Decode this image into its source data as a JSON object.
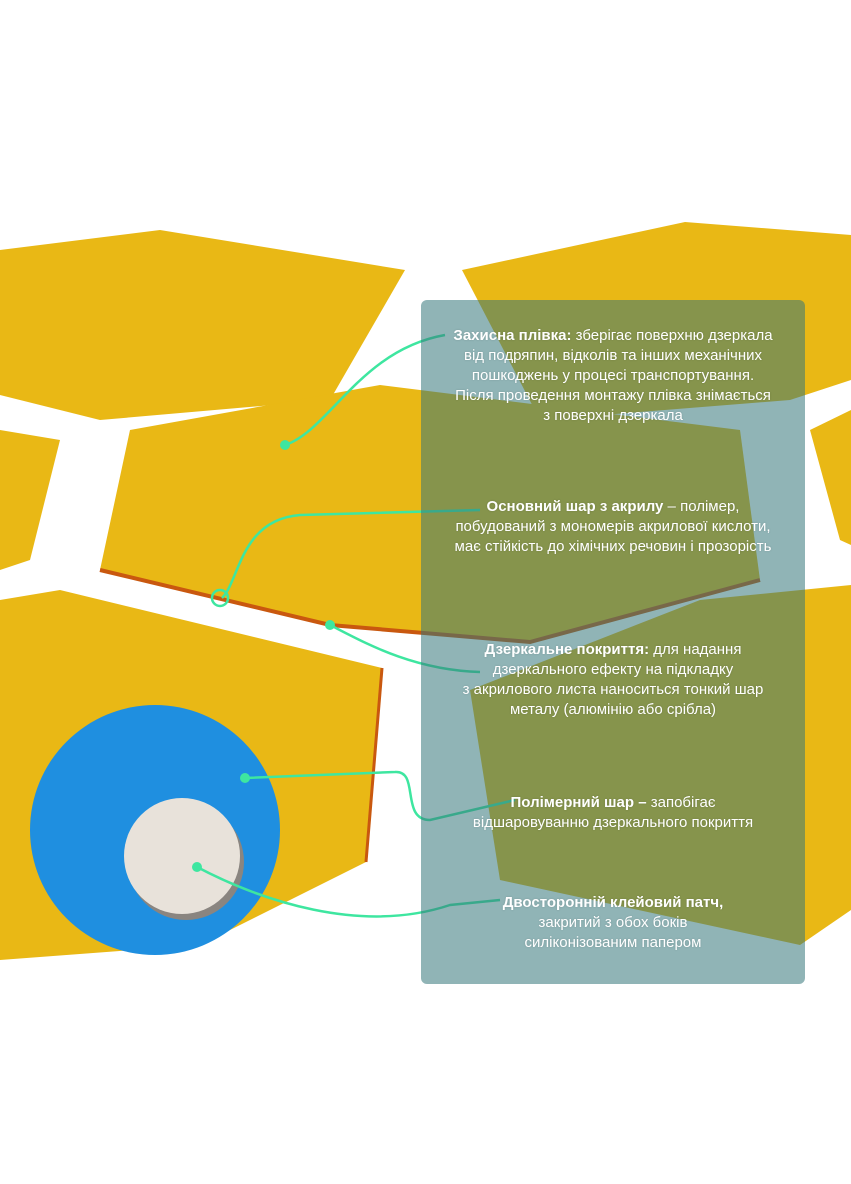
{
  "notes": {
    "protective_film": {
      "title": "Захисна плівка:",
      "line1": " зберігає поверхню дзеркала",
      "line2": "від подряпин, відколів та інших механічних",
      "line3": "пошкоджень у процесі транспортування.",
      "line4": "Після проведення монтажу плівка знімається",
      "line5": "з поверхні дзеркала"
    },
    "acrylic_layer": {
      "title": "Основний шар з акрилу",
      "line1": " – полімер,",
      "line2": "побудований з мономерів акрилової кислоти,",
      "line3": "має стійкість до хімічних речовин і прозорість"
    },
    "mirror_coating": {
      "title": "Дзеркальне покриття:",
      "line1": " для надання",
      "line2": "дзеркального ефекту на підкладку",
      "line3": "з акрилового листа наноситься тонкий шар",
      "line4": "металу (алюмінію або срібла)"
    },
    "polymer_layer": {
      "title": "Полімерний шар –",
      "line1": " запобігає",
      "line2": "відшаровуванню дзеркального покриття"
    },
    "adhesive_patch": {
      "title": "Двосторонній клейовий патч,",
      "line2": "закритий з обох боків",
      "line3": "силіконізованим папером"
    }
  },
  "colors": {
    "hexagon": "#e9b815",
    "hexagon_edge": "#c9580f",
    "backing_blue": "#1f8fe0",
    "patch": "#e8e2da",
    "panel": "#34767a",
    "leader_line": "#3ee6a0"
  }
}
